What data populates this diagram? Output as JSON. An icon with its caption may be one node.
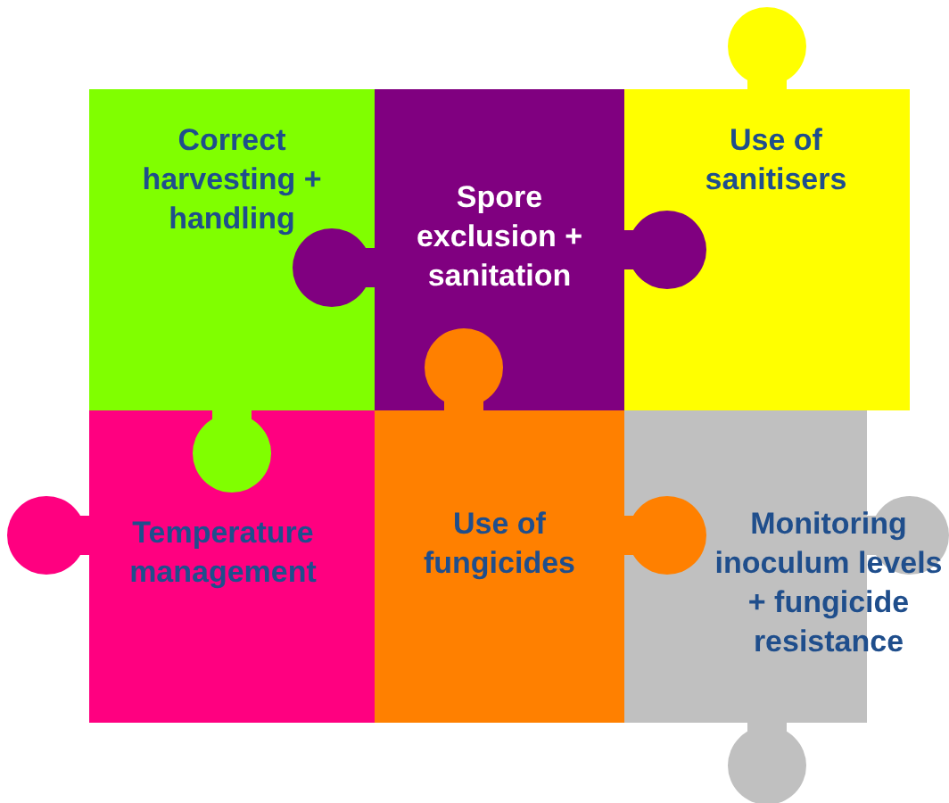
{
  "diagram": {
    "nodes": [
      {
        "text": [
          "Correct harvesting + handling"
        ]
      },
      {
        "text": [
          "Spore exclusion + sanitation"
        ]
      },
      {
        "text": [
          "Use of sanitisers"
        ]
      },
      {
        "text": [
          "Temperature management"
        ]
      },
      {
        "text": [
          "Use of fungicides"
        ]
      },
      {
        "text": [
          "Monitoring inoculum levels + fungicide resistance"
        ]
      }
    ]
  }
}
